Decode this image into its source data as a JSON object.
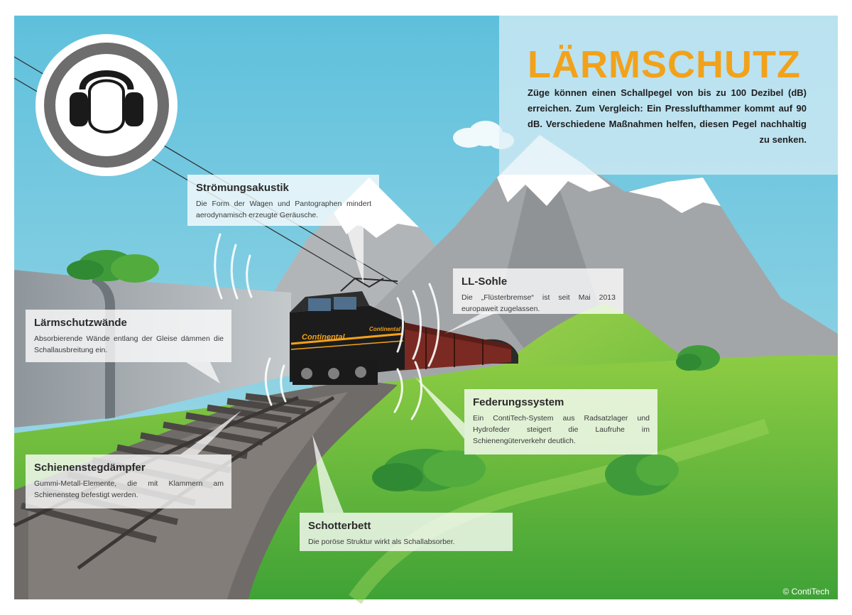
{
  "header": {
    "title": "LÄRMSCHUTZ",
    "intro": "Züge können einen Schallpegel von bis zu 100 Dezibel (dB) erreichen. Zum Vergleich: Ein Presslufthammer kommt auf 90 dB. Verschiedene Maßnahmen helfen, diesen Pegel nachhaltig zu senken."
  },
  "callouts": {
    "stroemung": {
      "title": "Strömungsakustik",
      "text": "Die Form der Wagen und Pantographen mindert aerodynamisch erzeugte Geräusche."
    },
    "llsohle": {
      "title": "LL-Sohle",
      "text": "Die „Flüsterbremse“ ist seit Mai 2013 europaweit zugelassen."
    },
    "laermschutzwaende": {
      "title": "Lärmschutzwände",
      "text": "Absorbierende Wände entlang der Gleise dämmen die Schallausbreitung ein."
    },
    "federung": {
      "title": "Federungssystem",
      "text": "Ein ContiTech-System aus Radsatzlager und Hydrofeder steigert die Laufruhe im Schienengüterverkehr deutlich."
    },
    "schienensteg": {
      "title": "Schienenstegdämpfer",
      "text": "Gummi-Metall-Elemente, die mit Klammern am Schienensteg befestigt werden."
    },
    "schotterbett": {
      "title": "Schotterbett",
      "text": "Die poröse Struktur wirkt als Schallabsorber."
    }
  },
  "locomotive": {
    "brand": "Continental"
  },
  "footer": {
    "copyright": "© ContiTech"
  },
  "colors": {
    "sky": "#6cc5de",
    "accent_orange": "#f2a21a",
    "grass": "#6cbd3a",
    "mountain": "#a3a6a9",
    "snow": "#ffffff",
    "locomotive": "#1c1c1c",
    "freight_car": "#7a2a22",
    "sign_ring": "#6d6d6d"
  },
  "icons": {
    "sign": "ear-protection-sign-icon"
  }
}
